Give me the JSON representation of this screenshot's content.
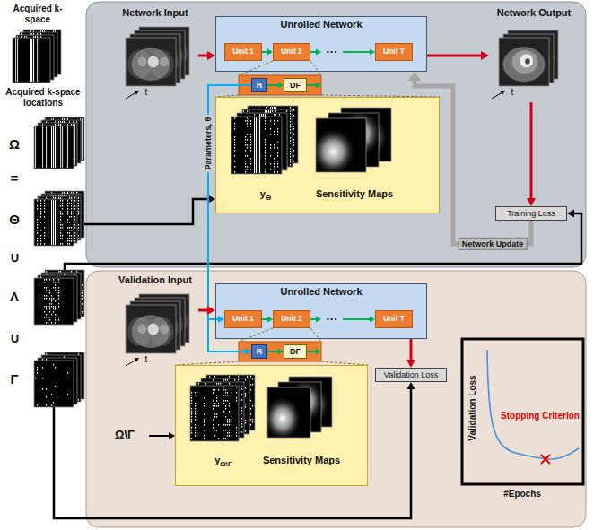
{
  "diagram": {
    "nodes": [
      {
        "text": [
          "Network Input"
        ]
      },
      {
        "text": [
          "Unrolled Network"
        ]
      },
      {
        "text": [
          "Unit 1"
        ],
        "in": 1
      },
      {
        "text": [
          "Unit 2"
        ],
        "in": 1
      },
      {
        "text": [
          "···"
        ],
        "in": 1
      },
      {
        "text": [
          "Unit T"
        ],
        "in": 1
      },
      {
        "text": [
          "Network Output"
        ]
      },
      {
        "text": [
          "R"
        ]
      },
      {
        "text": [
          "DF"
        ]
      },
      {
        "text": [
          "y",
          "Θ",
          "Sensitivity Maps"
        ]
      },
      {
        "text": [
          "Training Loss"
        ]
      },
      {
        "text": [
          "Validation Input"
        ]
      },
      {
        "text": [
          "Unrolled Network"
        ]
      },
      {
        "text": [
          "Unit 1"
        ],
        "in": 12
      },
      {
        "text": [
          "Unit 2"
        ],
        "in": 12
      },
      {
        "text": [
          "···"
        ],
        "in": 12
      },
      {
        "text": [
          "Unit T"
        ],
        "in": 12
      },
      {
        "text": [
          "R"
        ]
      },
      {
        "text": [
          "DF"
        ]
      },
      {
        "text": [
          "y",
          "Ω\\Γ",
          "Sensitivity Maps"
        ]
      },
      {
        "text": [
          "Validation Loss"
        ]
      }
    ],
    "edges": [
      {
        "from": 0,
        "to": 1,
        "arrow": "to"
      },
      {
        "from": 2,
        "to": 3,
        "arrow": "to"
      },
      {
        "from": 3,
        "to": 4,
        "arrow": "to"
      },
      {
        "from": 4,
        "to": 5,
        "arrow": "to"
      },
      {
        "from": 1,
        "to": 6,
        "arrow": "to"
      },
      {
        "from": 7,
        "to": 8,
        "arrow": "to"
      },
      {
        "from": 6,
        "to": 10,
        "arrow": "to"
      },
      {
        "from": 10,
        "to": 1,
        "label": "Network Update",
        "arrow": "to"
      },
      {
        "from": 7,
        "to": 13,
        "label": "Parameters, θ",
        "arrow": "to"
      },
      {
        "from": 7,
        "to": 17,
        "arrow": "to"
      },
      {
        "from": 11,
        "to": 12,
        "arrow": "to"
      },
      {
        "from": 13,
        "to": 14,
        "arrow": "to"
      },
      {
        "from": 14,
        "to": 15,
        "arrow": "to"
      },
      {
        "from": 15,
        "to": 16,
        "arrow": "to"
      },
      {
        "from": 17,
        "to": 18,
        "arrow": "to"
      },
      {
        "from": 12,
        "to": 20,
        "arrow": "to"
      }
    ],
    "labels": [
      "Acquired k-space",
      "Acquired k-space locations",
      "Ω",
      "=",
      "Θ",
      "∪",
      "Λ",
      "∪",
      "Γ",
      "t",
      "t",
      "t",
      "Ω\\Γ",
      "Validation Loss",
      "Stopping Criterion",
      "#Epochs"
    ]
  }
}
